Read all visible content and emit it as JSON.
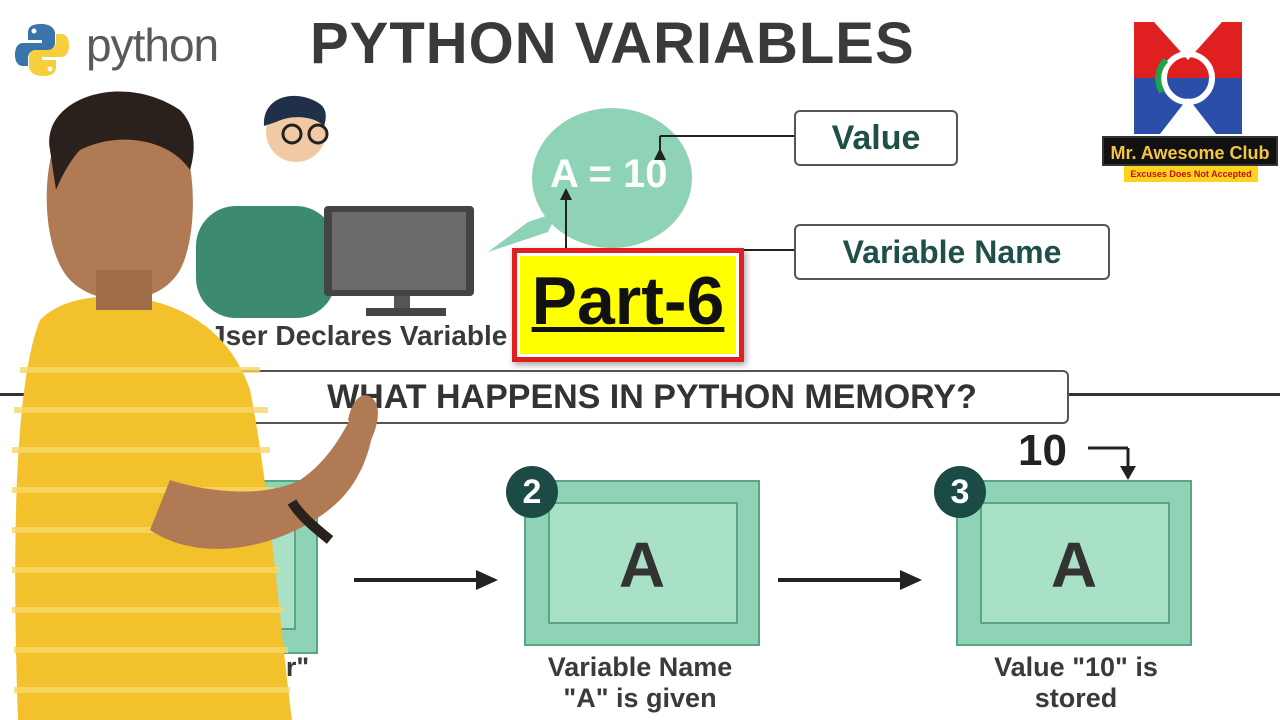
{
  "header": {
    "python_label": "python",
    "title": "PYTHON VARIABLES"
  },
  "diagram_top": {
    "bubble_text": "A = 10",
    "value_label": "Value",
    "variable_name_label": "Variable Name",
    "user_caption": "Jser Declares Variable",
    "part_label": "Part-6"
  },
  "diagram_bottom": {
    "heading": "WHAT HAPPENS IN PYTHON MEMORY?",
    "step1_caption": "er\"",
    "step2": {
      "badge": "2",
      "letter": "A",
      "caption_line1": "Variable Name",
      "caption_line2": "\"A\" is given"
    },
    "step3": {
      "badge": "3",
      "letter": "A",
      "caption_line1": "Value \"10\" is",
      "caption_line2": "stored",
      "value": "10"
    }
  },
  "brand": {
    "club_name": "Mr. Awesome Club",
    "tagline": "Excuses Does Not Accepted"
  },
  "colors": {
    "mint": "#8fd3b6",
    "dark_teal": "#1c4b45",
    "highlight_yellow": "#ffff00",
    "highlight_red": "#e02020"
  }
}
